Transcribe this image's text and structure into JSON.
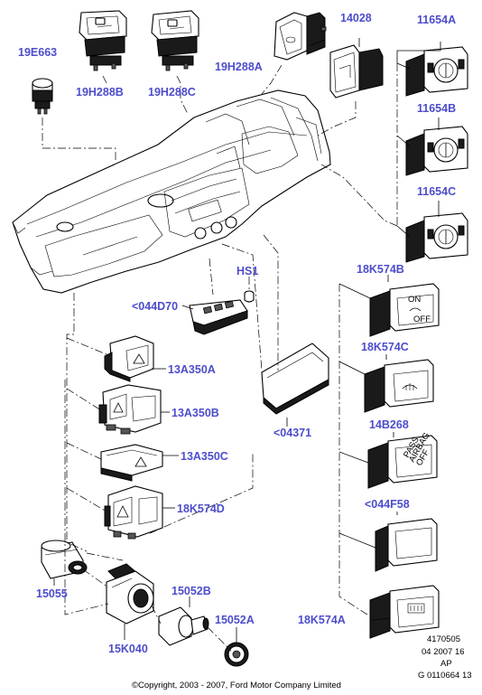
{
  "labels": {
    "l_19E663": "19E663",
    "l_19H288B": "19H288B",
    "l_19H288C": "19H288C",
    "l_19H288A": "19H288A",
    "l_14028": "14028",
    "l_11654A": "11654A",
    "l_11654B": "11654B",
    "l_11654C": "11654C",
    "l_HS1": "HS1",
    "l_044D70": "<044D70",
    "l_18K574B": "18K574B",
    "l_18K574C": "18K574C",
    "l_13A350A": "13A350A",
    "l_13A350B": "13A350B",
    "l_13A350C": "13A350C",
    "l_04371": "<04371",
    "l_14B268": "14B268",
    "l_044F58": "<044F58",
    "l_18K574D": "18K574D",
    "l_15055": "15055",
    "l_15052B": "15052B",
    "l_15052A": "15052A",
    "l_15K040": "15K040",
    "l_18K574A": "18K574A"
  },
  "meta": {
    "line1": "4170505",
    "line2": "04 2007 16",
    "line3": "AP",
    "line4": "G 0110664 13"
  },
  "copyright": "©Copyright, 2003 - 2007, Ford Motor Company Limited",
  "switch_text": {
    "esp_on": "ON",
    "esp_off": "OFF",
    "airbag_1": "PASS",
    "airbag_2": "AIRBAG",
    "airbag_3": "OFF"
  },
  "colors": {
    "label": "#4d4dcc",
    "line": "#000000",
    "background": "#ffffff"
  }
}
